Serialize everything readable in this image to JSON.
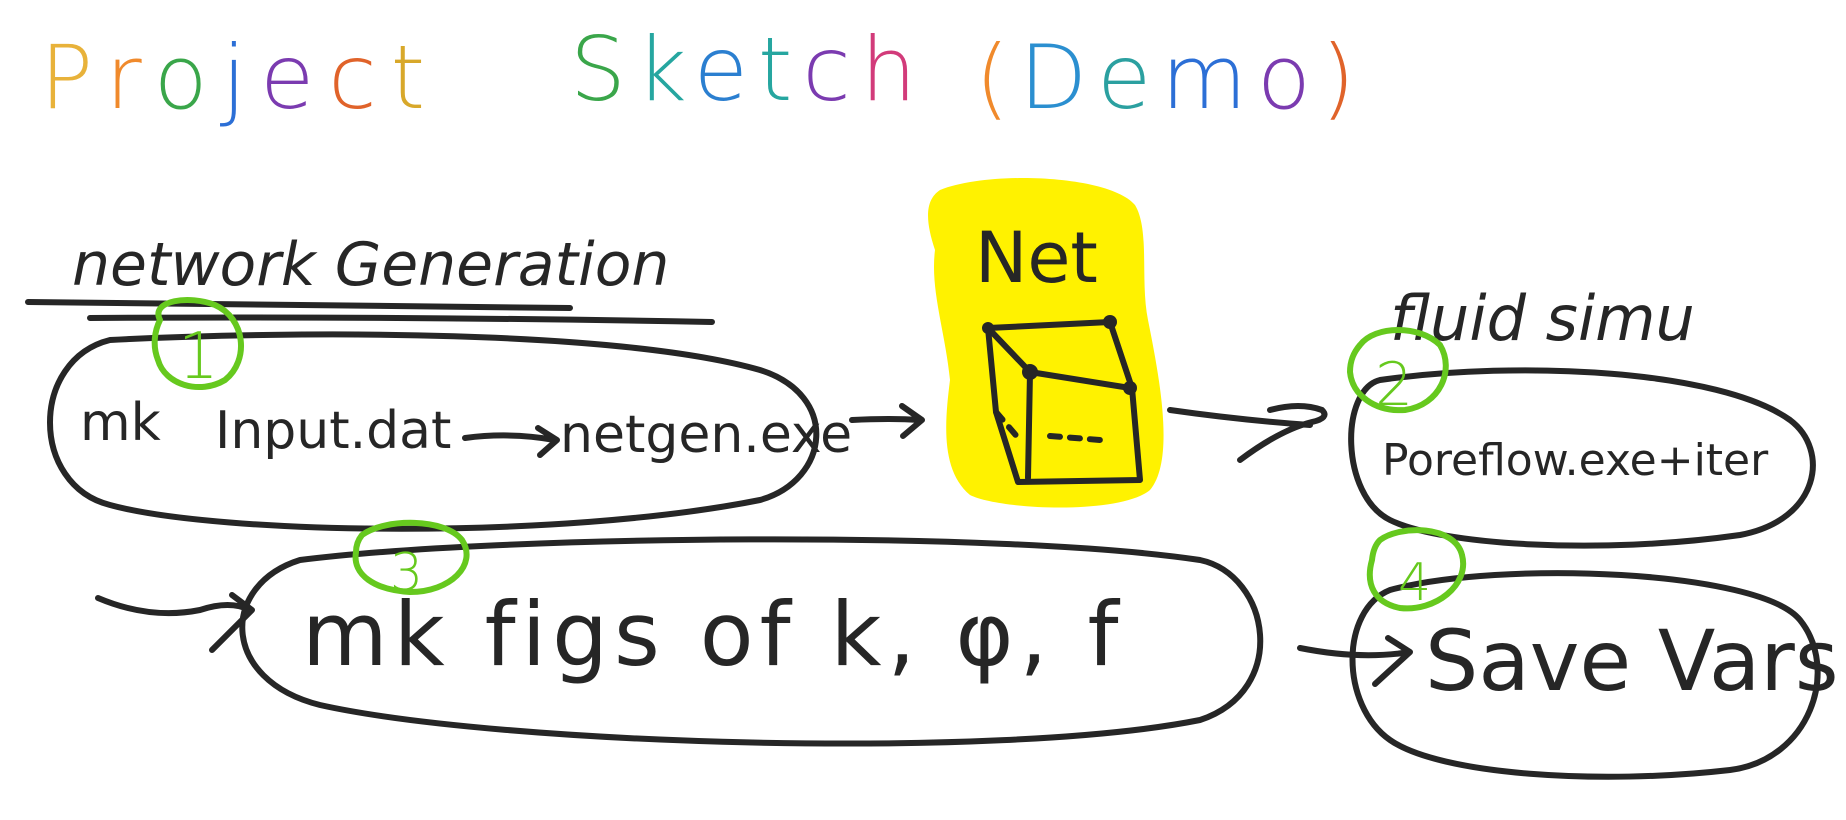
{
  "title": {
    "segments": [
      {
        "text": "Project",
        "colors": [
          "#e8b23a",
          "#f08a2c",
          "#3aa64a",
          "#2c6fd6",
          "#7b3bb0",
          "#e0632a",
          "#d8a82a"
        ]
      },
      {
        "text": "Sketch",
        "colors": [
          "#3aa64a",
          "#26a6a0",
          "#2b7fd0",
          "#26a6a0",
          "#7b3bb0",
          "#d23b7a"
        ]
      },
      {
        "text": "(Demo)",
        "colors": [
          "#f08a2c",
          "#2b8fd0",
          "#2ba0a0",
          "#2c6fd6",
          "#7b3bb0",
          "#e0632a"
        ]
      }
    ]
  },
  "section_heading": "network Generation",
  "net_box": {
    "label": "Net",
    "highlight_color": "#fff200"
  },
  "fluid_label": "fluid simu",
  "steps": [
    {
      "number": "1",
      "text_a": "mk",
      "text_b": "Input.dat",
      "text_c": "netgen.exe"
    },
    {
      "number": "2",
      "text": "Poreflow.exe+iter"
    },
    {
      "number": "3",
      "text": "mk figs of k, φ, f"
    },
    {
      "number": "4",
      "text": "Save Vars"
    }
  ],
  "colors": {
    "ink": "#262626",
    "step_number": "#66c91e"
  }
}
